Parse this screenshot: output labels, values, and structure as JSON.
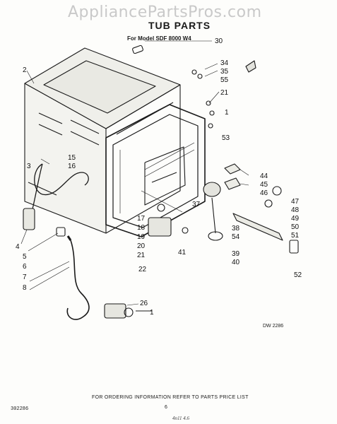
{
  "watermark": "AppliancePartsPros.com",
  "title": "TUB PARTS",
  "subtitle": "For Model SDF 8000 W4",
  "footer_note": "FOR ORDERING INFORMATION REFER TO PARTS PRICE LIST",
  "doc_code": "302286",
  "page_number": "6",
  "drawing_number": "DW 2286",
  "handwritten_note": "4n11 4.6",
  "part_labels": [
    "30",
    "2",
    "34",
    "35",
    "55",
    "21",
    "1",
    "53",
    "15",
    "16",
    "3",
    "44",
    "45",
    "46",
    "47",
    "48",
    "49",
    "50",
    "51",
    "37",
    "17",
    "18",
    "19",
    "20",
    "21",
    "38",
    "54",
    "39",
    "40",
    "41",
    "22",
    "52",
    "4",
    "5",
    "6",
    "7",
    "8",
    "26",
    "1"
  ]
}
